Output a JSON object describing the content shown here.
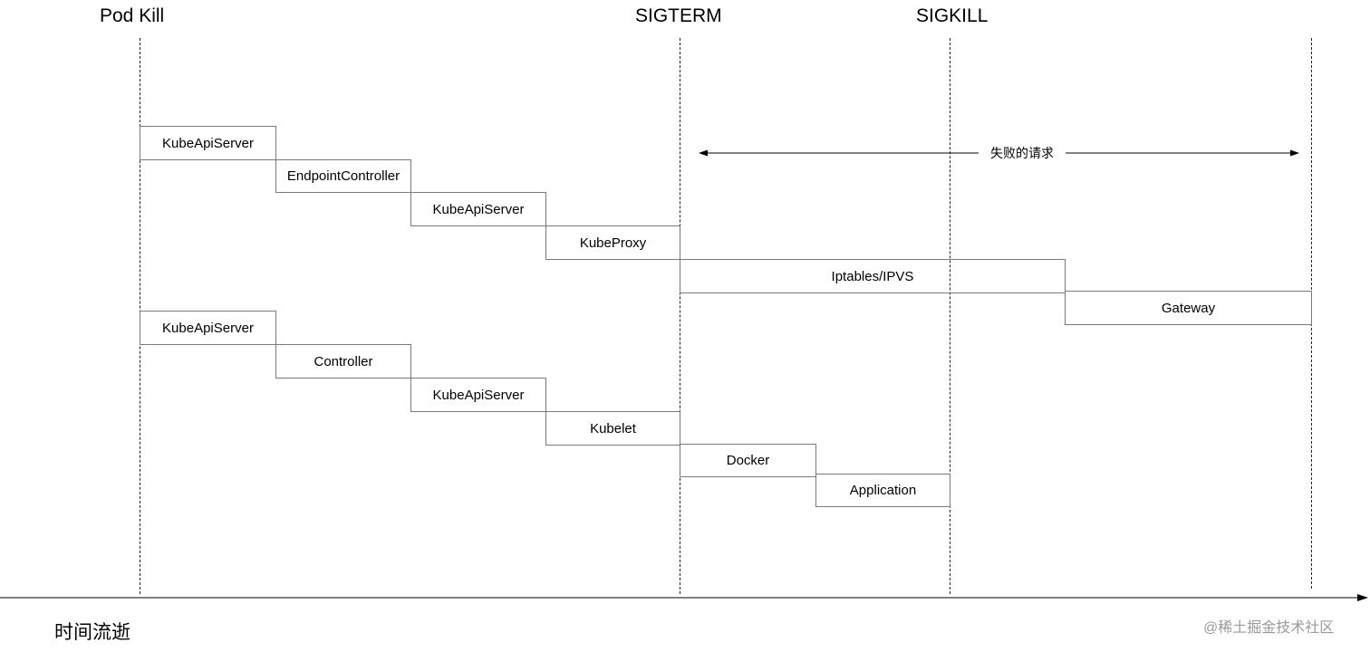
{
  "markers": {
    "pod_kill": "Pod Kill",
    "sigterm": "SIGTERM",
    "sigkill": "SIGKILL"
  },
  "network_path": [
    {
      "label": "KubeApiServer"
    },
    {
      "label": "EndpointController"
    },
    {
      "label": "KubeApiServer"
    },
    {
      "label": "KubeProxy"
    },
    {
      "label": "Iptables/IPVS"
    },
    {
      "label": "Gateway"
    }
  ],
  "pod_path": [
    {
      "label": "KubeApiServer"
    },
    {
      "label": "Controller"
    },
    {
      "label": "KubeApiServer"
    },
    {
      "label": "Kubelet"
    },
    {
      "label": "Docker"
    },
    {
      "label": "Application"
    }
  ],
  "failed_requests_label": "失败的请求",
  "time_axis_label": "时间流逝",
  "watermark": "@稀土掘金技术社区"
}
